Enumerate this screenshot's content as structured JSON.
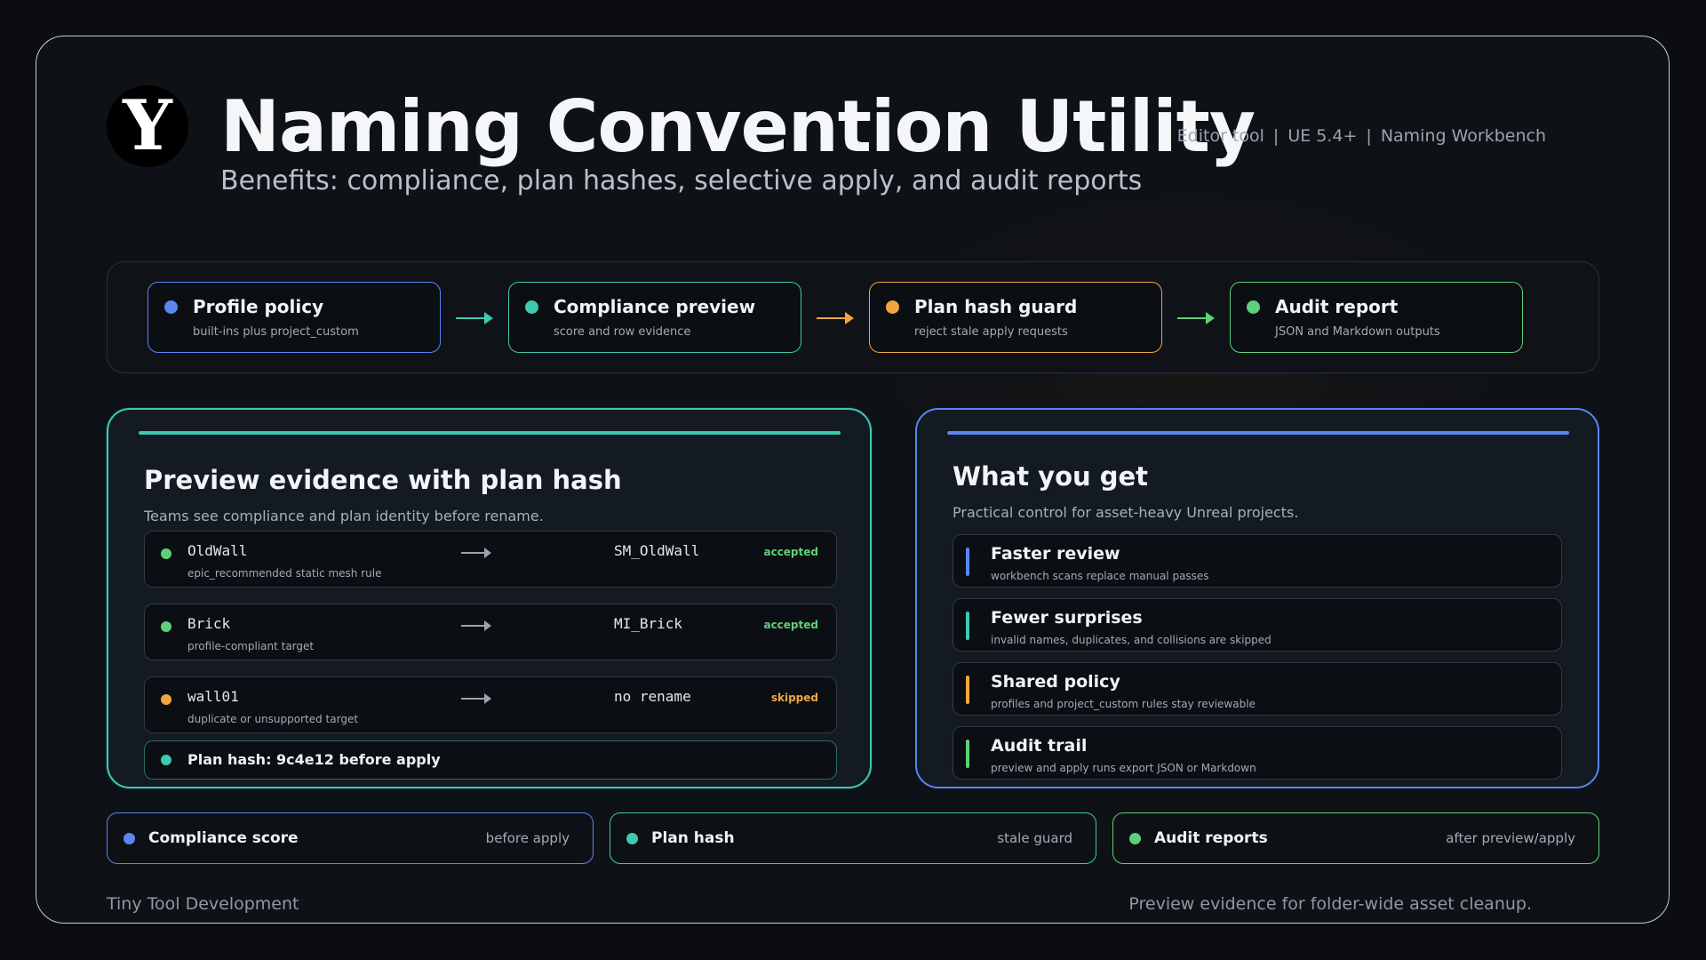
{
  "header": {
    "logo_letter": "Y",
    "title": "Naming Convention Utility",
    "subtitle": "Benefits: compliance, plan hashes, selective apply, and audit reports",
    "meta": [
      "Editor tool",
      "UE 5.4+",
      "Naming Workbench"
    ],
    "meta_separator": "|"
  },
  "pipeline": {
    "steps": [
      {
        "title": "Profile policy",
        "subtitle": "built-ins plus project_custom",
        "color": "#5b86f0"
      },
      {
        "title": "Compliance preview",
        "subtitle": "score and row evidence",
        "color": "#3ec9b0"
      },
      {
        "title": "Plan hash guard",
        "subtitle": "reject stale apply requests",
        "color": "#f0a640"
      },
      {
        "title": "Audit report",
        "subtitle": "JSON and Markdown outputs",
        "color": "#5fd07a"
      }
    ]
  },
  "preview_panel": {
    "title": "Preview evidence with plan hash",
    "subtitle": "Teams see compliance and plan identity before rename.",
    "accent_color": "#3ec9b0",
    "rows": [
      {
        "source": "OldWall",
        "note": "epic_recommended static mesh rule",
        "target": "SM_OldWall",
        "status": "accepted",
        "dot_color": "#5fd07a",
        "status_color": "#5fd07a"
      },
      {
        "source": "Brick",
        "note": "profile-compliant target",
        "target": "MI_Brick",
        "status": "accepted",
        "dot_color": "#5fd07a",
        "status_color": "#5fd07a"
      },
      {
        "source": "wall01",
        "note": "duplicate or unsupported target",
        "target": "no rename",
        "status": "skipped",
        "dot_color": "#f0a640",
        "status_color": "#f0a640"
      }
    ],
    "plan_hash": "Plan hash: 9c4e12 before apply"
  },
  "benefits_panel": {
    "title": "What you get",
    "subtitle": "Practical control for asset-heavy Unreal projects.",
    "accent_color": "#5b86f0",
    "items": [
      {
        "title": "Faster review",
        "subtitle": "workbench scans replace manual passes",
        "color": "#5b86f0"
      },
      {
        "title": "Fewer surprises",
        "subtitle": "invalid names, duplicates, and collisions are skipped",
        "color": "#3ec9b0"
      },
      {
        "title": "Shared policy",
        "subtitle": "profiles and project_custom rules stay reviewable",
        "color": "#f0a640"
      },
      {
        "title": "Audit trail",
        "subtitle": "preview and apply runs export JSON or Markdown",
        "color": "#5fd07a"
      }
    ]
  },
  "chips": [
    {
      "label": "Compliance score",
      "right": "before apply",
      "color": "#5b86f0"
    },
    {
      "label": "Plan hash",
      "right": "stale guard",
      "color": "#3ec9b0"
    },
    {
      "label": "Audit reports",
      "right": "after preview/apply",
      "color": "#5fd07a"
    }
  ],
  "footer": {
    "left": "Tiny Tool Development",
    "right": "Preview evidence for folder-wide asset cleanup."
  }
}
